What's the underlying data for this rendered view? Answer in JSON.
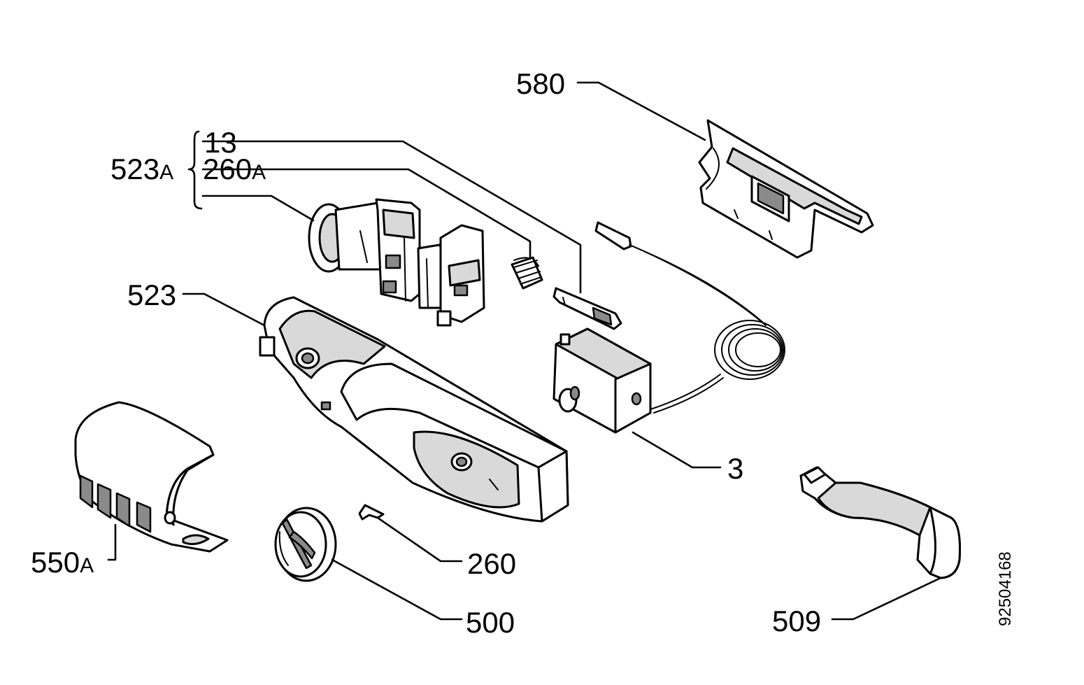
{
  "labels": {
    "p580": "580",
    "p13": "13",
    "p523A": "523",
    "p523A_suffix": "A",
    "p260A": "260",
    "p260A_suffix": "A",
    "p523": "523",
    "p550A": "550",
    "p550A_suffix": "A",
    "p3": "3",
    "p260": "260",
    "p500": "500",
    "p509": "509"
  },
  "drawing_number": "92504168"
}
